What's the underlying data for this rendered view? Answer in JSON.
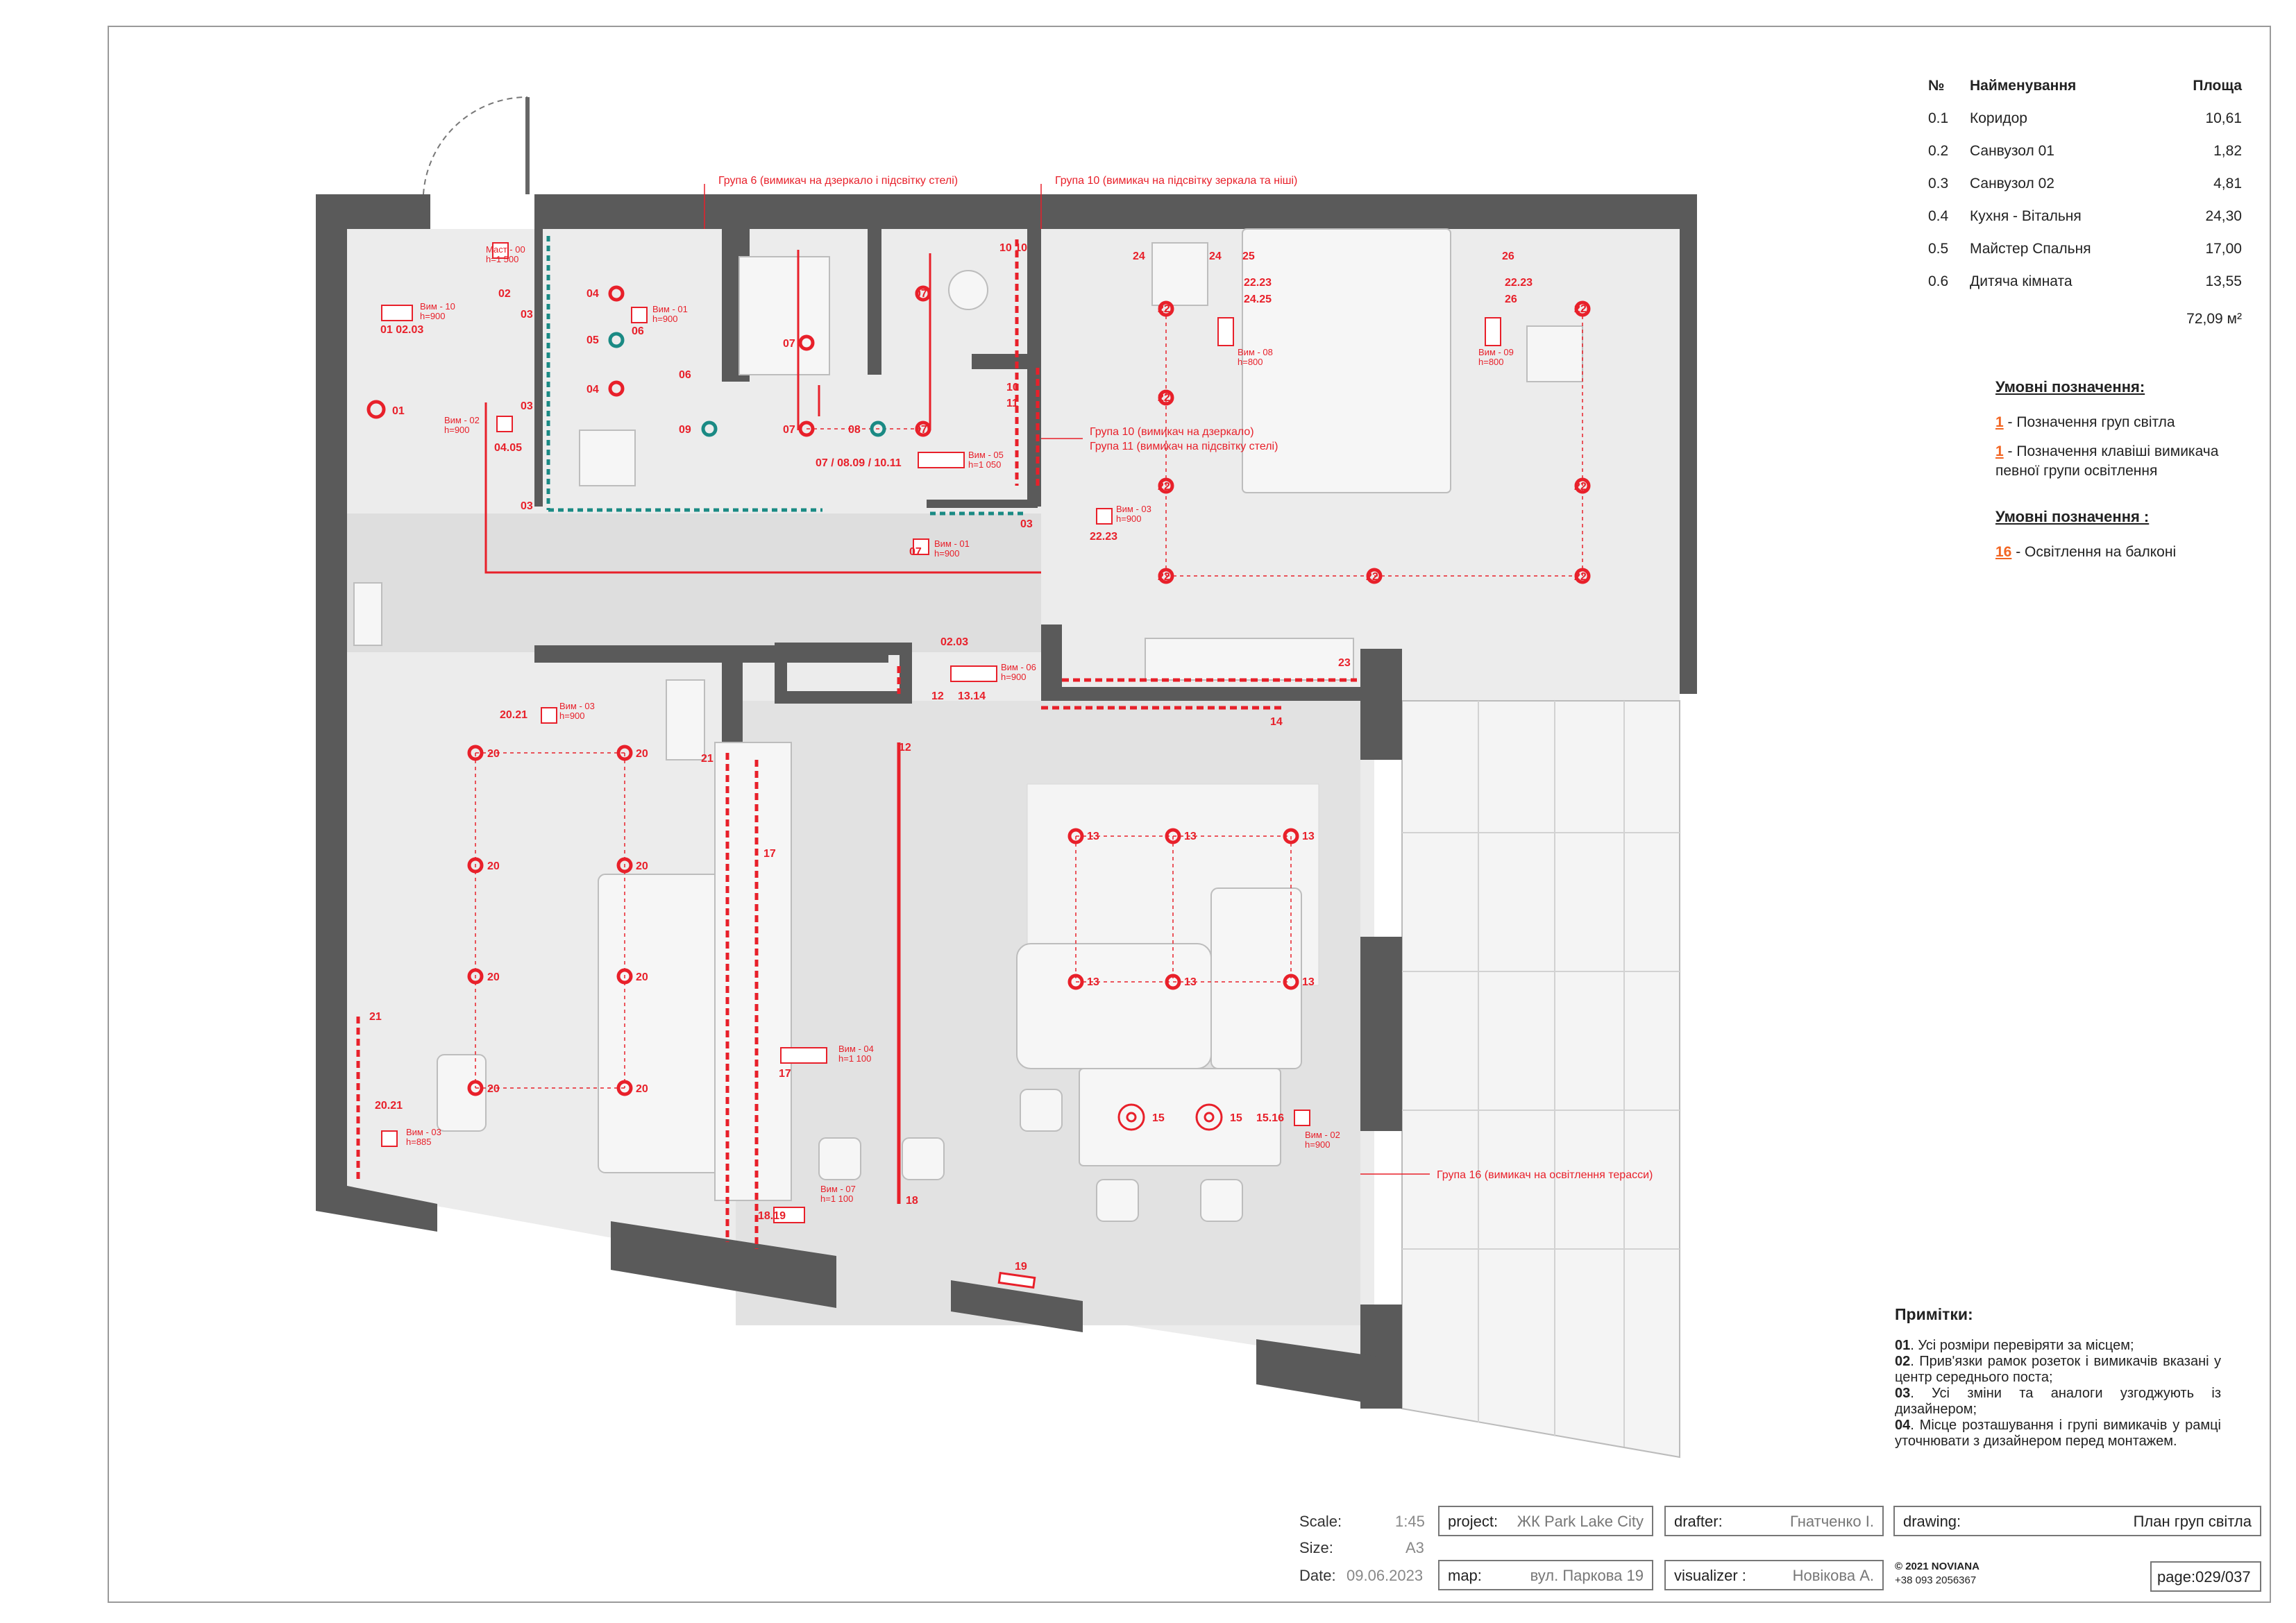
{
  "table": {
    "headers": [
      "№",
      "Найменування",
      "Площа"
    ],
    "rows": [
      {
        "no": "0.1",
        "name": "Коридор",
        "area": "10,61"
      },
      {
        "no": "0.2",
        "name": "Санвузол 01",
        "area": "1,82"
      },
      {
        "no": "0.3",
        "name": "Санвузол 02",
        "area": "4,81"
      },
      {
        "no": "0.4",
        "name": "Кухня - Вітальня",
        "area": "24,30"
      },
      {
        "no": "0.5",
        "name": "Майстер Спальня",
        "area": "17,00"
      },
      {
        "no": "0.6",
        "name": "Дитяча кімната",
        "area": "13,55"
      }
    ],
    "total": "72,09 м²"
  },
  "legend1": {
    "title": "Умовні позначення:",
    "item1_num": "1",
    "item1_text": " - Позначення груп світла",
    "item2_num": "1",
    "item2_text": " - Позначення клавіші вимикача певної групи освітлення"
  },
  "legend2": {
    "title": "Умовні позначення :",
    "item_num": "16",
    "item_text": " - Освітлення на балконі"
  },
  "notes": {
    "title": "Примітки:",
    "items": [
      {
        "n": "01",
        "t": ". Усі розміри перевіряти за місцем;"
      },
      {
        "n": "02",
        "t": ". Прив'язки рамок розеток і вимикачів вказані у центр середнього поста;"
      },
      {
        "n": "03",
        "t": ". Усі зміни та аналоги узгоджують із дизайнером;"
      },
      {
        "n": "04",
        "t": ". Місце розташування і групі вимикачів у рамці уточнювати з дизайнером перед монтажем."
      }
    ]
  },
  "title_block": {
    "scale_label": "Scale:",
    "scale": "1:45",
    "size_label": "Size:",
    "size": "A3",
    "date_label": "Date:",
    "date": "09.06.2023",
    "project_label": "project:",
    "project": "ЖК Park Lake City",
    "map_label": "map:",
    "map": "вул. Паркова 19",
    "drafter_label": "drafter:",
    "drafter": "Гнатченко І.",
    "visualizer_label": "visualizer :",
    "visualizer": "Новікова А.",
    "drawing_label": "drawing:",
    "drawing": "План груп світла",
    "copyright": "© 2021 NOVIANA",
    "phone": "+38 093 2056367",
    "page": "page:029/037"
  },
  "annotations": {
    "group6": "Група 6 (вимикач на дзеркало і підсвітку стелі)",
    "group10_top": "Група 10 (вимикач на підсвітку зеркала та ніші)",
    "group10_mid": "Група 10 (вимикач на дзеркало)",
    "group11": "Група 11 (вимикач на підсвітку стелі)",
    "group16": "Група 16 (вимикач на освітлення терасси)"
  },
  "labels": [
    {
      "t": "02"
    },
    {
      "t": "03"
    },
    {
      "t": "03"
    },
    {
      "t": "03"
    },
    {
      "t": "01"
    },
    {
      "t": "01 02.03"
    },
    {
      "t": "04.05"
    },
    {
      "t": "04"
    },
    {
      "t": "04"
    },
    {
      "t": "05"
    },
    {
      "t": "06"
    },
    {
      "t": "06"
    },
    {
      "t": "07"
    },
    {
      "t": "07"
    },
    {
      "t": "07"
    },
    {
      "t": "07"
    },
    {
      "t": "07"
    },
    {
      "t": "08"
    },
    {
      "t": "09"
    },
    {
      "t": "07 / 08.09 / 10.11"
    },
    {
      "t": "10 10"
    },
    {
      "t": "10"
    },
    {
      "t": "11"
    },
    {
      "t": "24"
    },
    {
      "t": "24"
    },
    {
      "t": "25"
    },
    {
      "t": "22.23"
    },
    {
      "t": "24.25"
    },
    {
      "t": "26"
    },
    {
      "t": "22.23"
    },
    {
      "t": "26"
    },
    {
      "t": "22"
    },
    {
      "t": "22"
    },
    {
      "t": "22"
    },
    {
      "t": "22"
    },
    {
      "t": "22"
    },
    {
      "t": "22"
    },
    {
      "t": "22"
    },
    {
      "t": "22"
    },
    {
      "t": "22.23"
    },
    {
      "t": "02.03"
    },
    {
      "t": "12"
    },
    {
      "t": "13.14"
    },
    {
      "t": "23"
    },
    {
      "t": "14"
    },
    {
      "t": "20.21"
    },
    {
      "t": "20"
    },
    {
      "t": "20"
    },
    {
      "t": "20"
    },
    {
      "t": "20"
    },
    {
      "t": "20"
    },
    {
      "t": "20"
    },
    {
      "t": "20"
    },
    {
      "t": "20"
    },
    {
      "t": "21"
    },
    {
      "t": "21"
    },
    {
      "t": "20.21"
    },
    {
      "t": "17"
    },
    {
      "t": "17"
    },
    {
      "t": "12"
    },
    {
      "t": "18.19"
    },
    {
      "t": "18"
    },
    {
      "t": "19"
    },
    {
      "t": "13"
    },
    {
      "t": "13"
    },
    {
      "t": "13"
    },
    {
      "t": "13"
    },
    {
      "t": "13"
    },
    {
      "t": "13"
    },
    {
      "t": "15"
    },
    {
      "t": "15"
    },
    {
      "t": "15.16"
    },
    {
      "t": "03"
    },
    {
      "t": "07"
    }
  ],
  "switches": [
    {
      "t": "Маст - 00",
      "h": "h=1 500"
    },
    {
      "t": "Вим - 10",
      "h": "h=900"
    },
    {
      "t": "Вим - 02",
      "h": "h=900"
    },
    {
      "t": "Вим - 01",
      "h": "h=900"
    },
    {
      "t": "Вим - 05",
      "h": "h=1 050"
    },
    {
      "t": "Вим - 01",
      "h": "h=900"
    },
    {
      "t": "Вим - 08",
      "h": "h=800"
    },
    {
      "t": "Вим - 09",
      "h": "h=800"
    },
    {
      "t": "Вим - 03",
      "h": "h=900"
    },
    {
      "t": "Вим - 06",
      "h": "h=900"
    },
    {
      "t": "Вим - 03",
      "h": "h=900"
    },
    {
      "t": "Вим - 04",
      "h": "h=1 100"
    },
    {
      "t": "Вим - 03",
      "h": "h=885"
    },
    {
      "t": "Вим - 07",
      "h": "h=1 100"
    },
    {
      "t": "Вим - 02",
      "h": "h=900"
    }
  ],
  "colors": {
    "accent": "#e8202a",
    "orange": "#f26522",
    "wall": "#5a5a5a",
    "teal": "#1a8a84"
  }
}
